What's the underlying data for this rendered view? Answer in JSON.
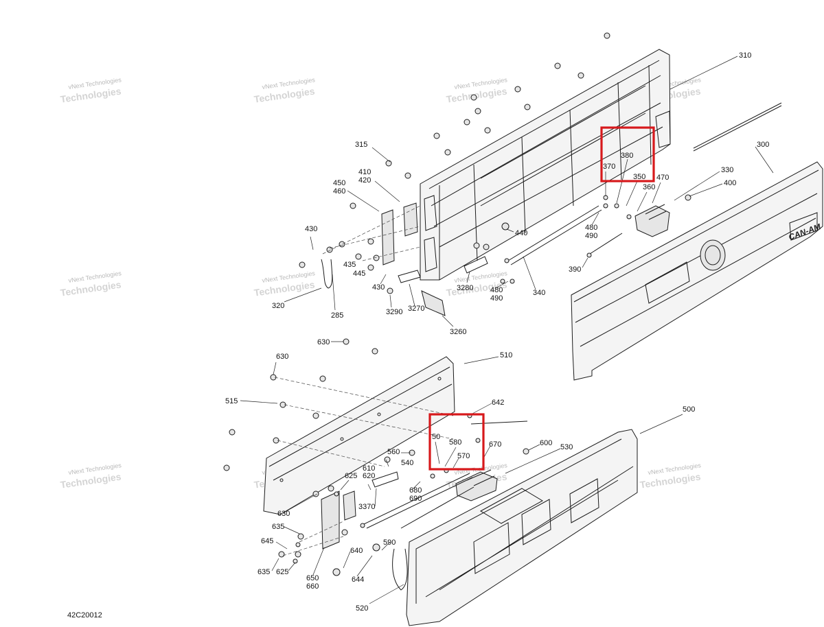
{
  "diagram": {
    "code": "42C20012",
    "watermark": {
      "line1": "vNext Technologies",
      "line2": "Technologies"
    },
    "highlight_color": "#d7191c",
    "callouts": {
      "c310": "310",
      "c300": "300",
      "c315": "315",
      "c410": "410",
      "c420": "420",
      "c450": "450",
      "c460": "460",
      "c430a": "430",
      "c435": "435",
      "c445": "445",
      "c430b": "430",
      "c320": "320",
      "c285": "285",
      "c3290": "3290",
      "c3270": "3270",
      "c3260": "3260",
      "c3280": "3280",
      "c440": "440",
      "c480a": "480",
      "c490a": "490",
      "c340": "340",
      "c380": "380",
      "c370": "370",
      "c350": "350",
      "c360": "360",
      "c470": "470",
      "c330": "330",
      "c400": "400",
      "c480b": "480",
      "c490b": "490",
      "c390": "390",
      "c630a": "630",
      "c630b": "630",
      "c510": "510",
      "c515": "515",
      "c642": "642",
      "c50": "50",
      "c580": "580",
      "c570": "570",
      "c670": "670",
      "c600": "600",
      "c530": "530",
      "c500": "500",
      "c560": "560",
      "c540": "540",
      "c610": "610",
      "c620": "620",
      "c625a": "625",
      "c3370": "3370",
      "c680": "680",
      "c690": "690",
      "c630c": "630",
      "c635a": "635",
      "c645": "645",
      "c635b": "635",
      "c625b": "625",
      "c650": "650",
      "c660": "660",
      "c640": "640",
      "c644": "644",
      "c590": "590",
      "c520": "520"
    }
  }
}
